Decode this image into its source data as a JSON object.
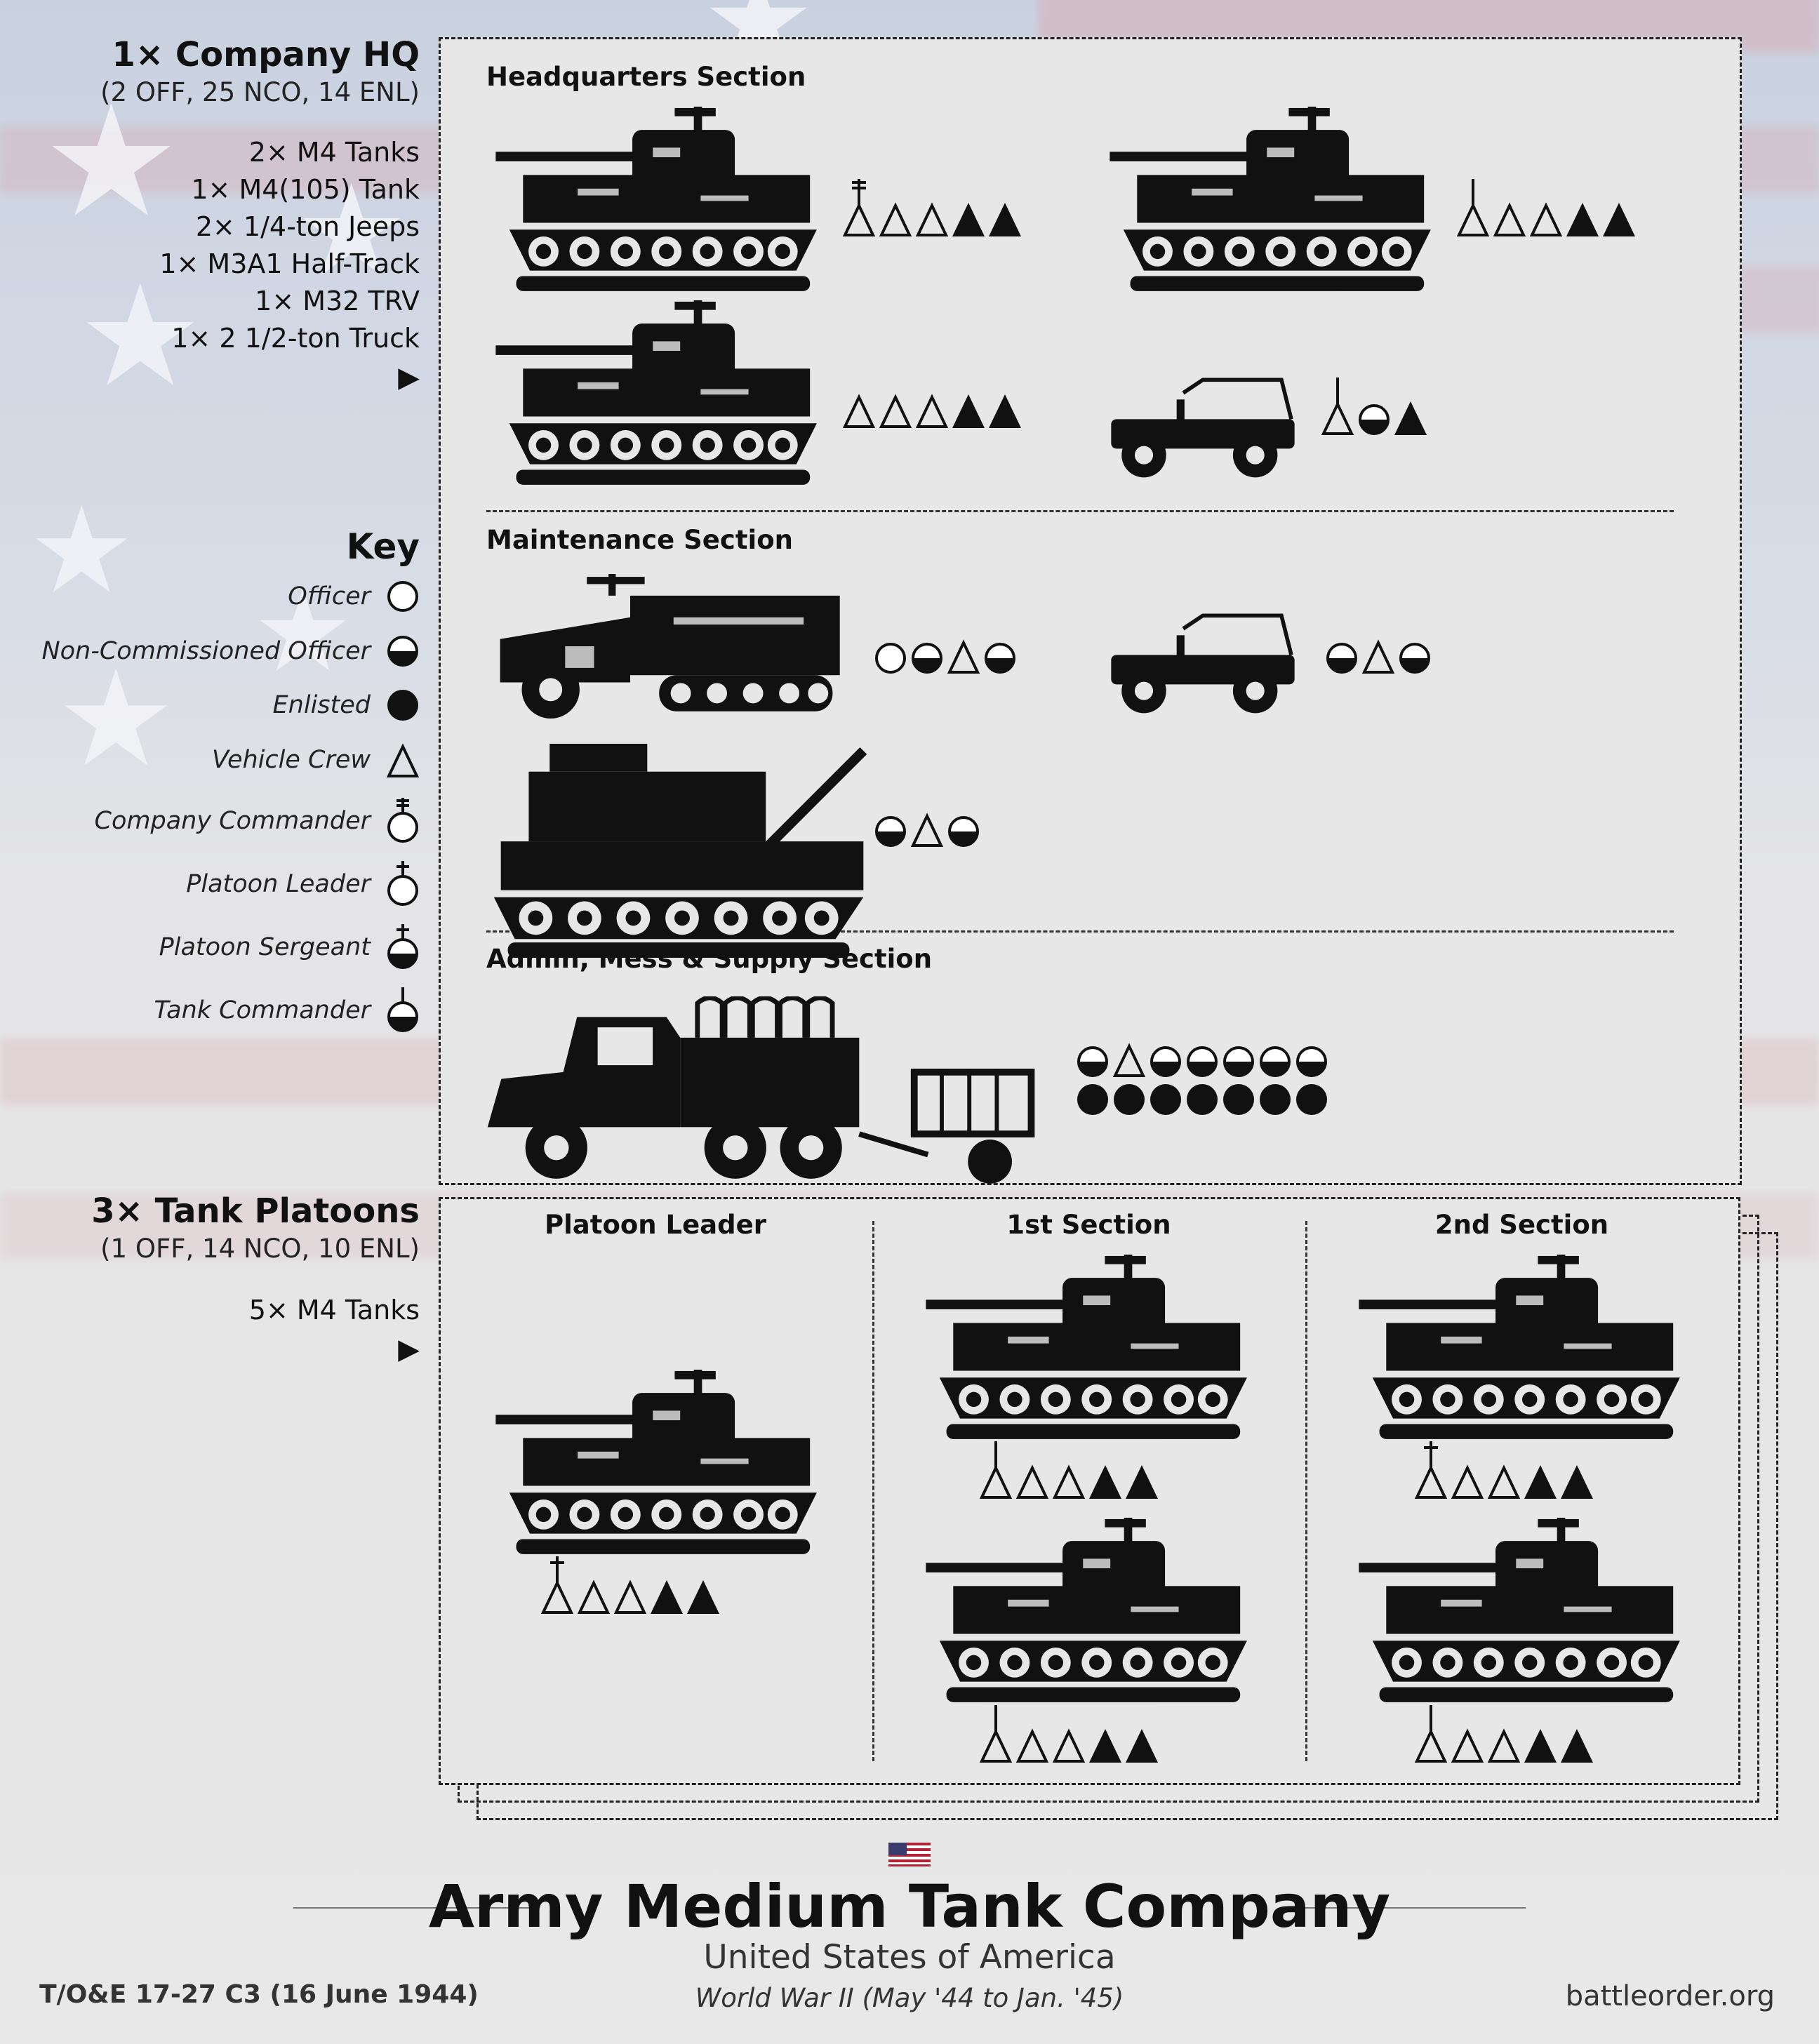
{
  "company_hq": {
    "title": "1× Company HQ",
    "personnel": "(2 OFF, 25 NCO, 14 ENL)",
    "equipment": [
      "2× M4 Tanks",
      "1× M4(105) Tank",
      "2× 1/4-ton Jeeps",
      "1× M3A1 Half-Track",
      "1× M32 TRV",
      "1× 2 1/2-ton Truck"
    ]
  },
  "tank_platoons": {
    "title": "3× Tank Platoons",
    "personnel": "(1 OFF, 14 NCO, 10 ENL)",
    "equipment": [
      "5× M4 Tanks"
    ]
  },
  "key": {
    "title": "Key",
    "items": [
      {
        "label": "Officer",
        "symbol": "officer"
      },
      {
        "label": "Non-Commissioned Officer",
        "symbol": "nco"
      },
      {
        "label": "Enlisted",
        "symbol": "enlisted"
      },
      {
        "label": "Vehicle Crew",
        "symbol": "crew"
      },
      {
        "label": "Company Commander",
        "symbol": "company-commander"
      },
      {
        "label": "Platoon Leader",
        "symbol": "platoon-leader"
      },
      {
        "label": "Platoon Sergeant",
        "symbol": "platoon-sergeant"
      },
      {
        "label": "Tank Commander",
        "symbol": "tank-commander"
      }
    ]
  },
  "sections": {
    "hq": "Headquarters Section",
    "maintenance": "Maintenance Section",
    "admin": "Admin, Mess & Supply Section",
    "platoon_leader": "Platoon Leader",
    "first_section": "1st Section",
    "second_section": "2nd Section"
  },
  "crews": {
    "hq_tank_1": [
      "company-commander-crew",
      "crew",
      "crew",
      "crew-filled",
      "crew-filled"
    ],
    "hq_tank_2": [
      "tank-commander-crew",
      "crew",
      "crew",
      "crew-filled",
      "crew-filled"
    ],
    "hq_tank_105": [
      "crew",
      "crew",
      "crew",
      "crew-filled",
      "crew-filled"
    ],
    "hq_jeep": [
      "tank-commander-crew",
      "nco",
      "crew-filled"
    ],
    "halftrack": [
      "officer",
      "nco",
      "crew",
      "nco"
    ],
    "maint_jeep": [
      "nco",
      "crew",
      "nco"
    ],
    "trv": [
      "nco",
      "crew",
      "nco"
    ],
    "truck_row_1": [
      "nco",
      "crew",
      "nco",
      "nco",
      "nco",
      "nco",
      "nco"
    ],
    "truck_row_2": [
      "enlisted",
      "enlisted",
      "enlisted",
      "enlisted",
      "enlisted",
      "enlisted",
      "enlisted"
    ],
    "plt_leader": [
      "platoon-leader-crew",
      "crew",
      "crew",
      "crew-filled",
      "crew-filled"
    ],
    "sec1_tank1": [
      "tank-commander-crew",
      "crew",
      "crew",
      "crew-filled",
      "crew-filled"
    ],
    "sec1_tank2": [
      "tank-commander-crew",
      "crew",
      "crew",
      "crew-filled",
      "crew-filled"
    ],
    "sec2_tank1": [
      "platoon-sergeant-crew",
      "crew",
      "crew",
      "crew-filled",
      "crew-filled"
    ],
    "sec2_tank2": [
      "tank-commander-crew",
      "crew",
      "crew",
      "crew-filled",
      "crew-filled"
    ]
  },
  "footer": {
    "title": "Army Medium Tank Company",
    "country": "United States of America",
    "era": "World War II (May '44 to Jan. '45)",
    "toe": "T/O&E 17-27 C3 (16 June 1944)",
    "site": "battleorder.org"
  },
  "colors": {
    "ink": "#111111",
    "panel": "#e7e7e7",
    "flag_red": "#b22234",
    "flag_blue": "#3c3b6e"
  }
}
